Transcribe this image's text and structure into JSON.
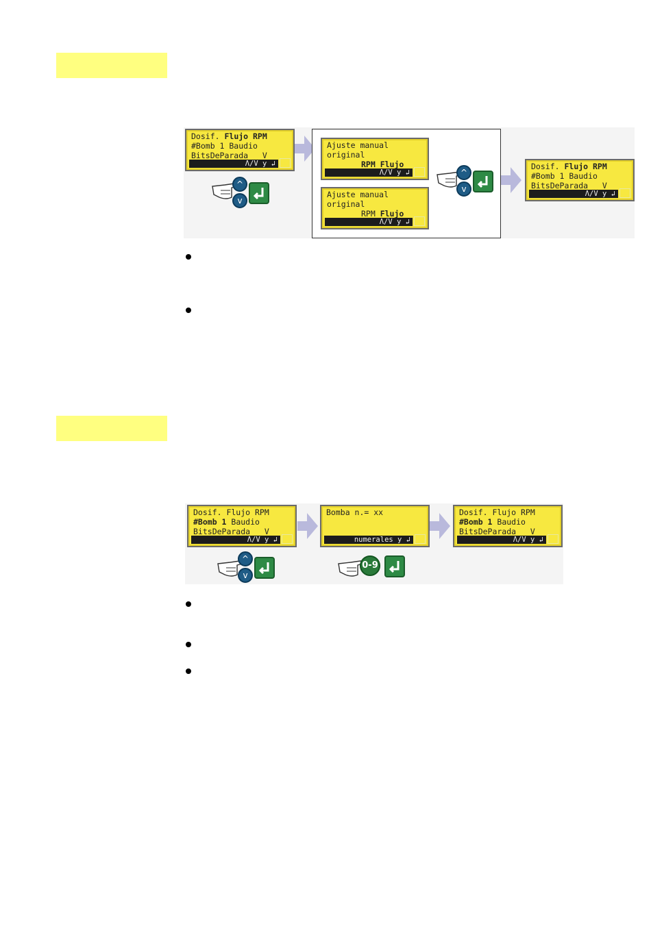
{
  "fig1": {
    "lcd_a": {
      "l1a": "Dosif. ",
      "l1b": "Flujo RPM",
      "l2": "#Bomb 1 Baudio",
      "l3": "BitsDeParada   V",
      "bar": "Λ/V y ↲"
    },
    "lcd_b": {
      "l1": "Ajuste manual",
      "l2": "original",
      "l3": "RPM Flujo",
      "bar": "Λ/V y ↲"
    },
    "lcd_c": {
      "l1": "Ajuste manual",
      "l2": "original",
      "l3a": "RPM ",
      "l3b": "Flujo",
      "bar": "Λ/V y ↲"
    },
    "lcd_d": {
      "l1a": "Dosif. ",
      "l1b": "Flujo RPM",
      "l2": "#Bomb 1 Baudio",
      "l3": "BitsDeParada   V",
      "bar": "Λ/V y ↲"
    }
  },
  "fig2": {
    "lcd_a": {
      "l1": "Dosif. Flujo RPM",
      "l2a": "#Bomb 1",
      "l2b": " Baudio",
      "l3": "BitsDeParada   V",
      "bar": "Λ/V y ↲"
    },
    "lcd_b": {
      "l1": "Bomba n.= xx",
      "bar": "numerales y ↲"
    },
    "lcd_c": {
      "l1": "Dosif. Flujo RPM",
      "l2a": "#Bomb 1",
      "l2b": " Baudio",
      "l3": "BitsDeParada   V",
      "bar": "Λ/V y ↲"
    }
  },
  "buttons": {
    "up": "^",
    "down": "v",
    "numeric": "0-9"
  },
  "icons": [
    "hand-pointer-icon",
    "arrow-up-button-icon",
    "arrow-down-button-icon",
    "enter-key-icon",
    "numeric-key-icon",
    "flow-arrow-icon"
  ],
  "colors": {
    "highlight": "#ffff80",
    "lcd": "#f7e840",
    "lcd_bar": "#1c1c1c",
    "enter": "#2e8a45",
    "nav_button": "#1f5c86",
    "flow_arrow": "#b9b9dc"
  }
}
